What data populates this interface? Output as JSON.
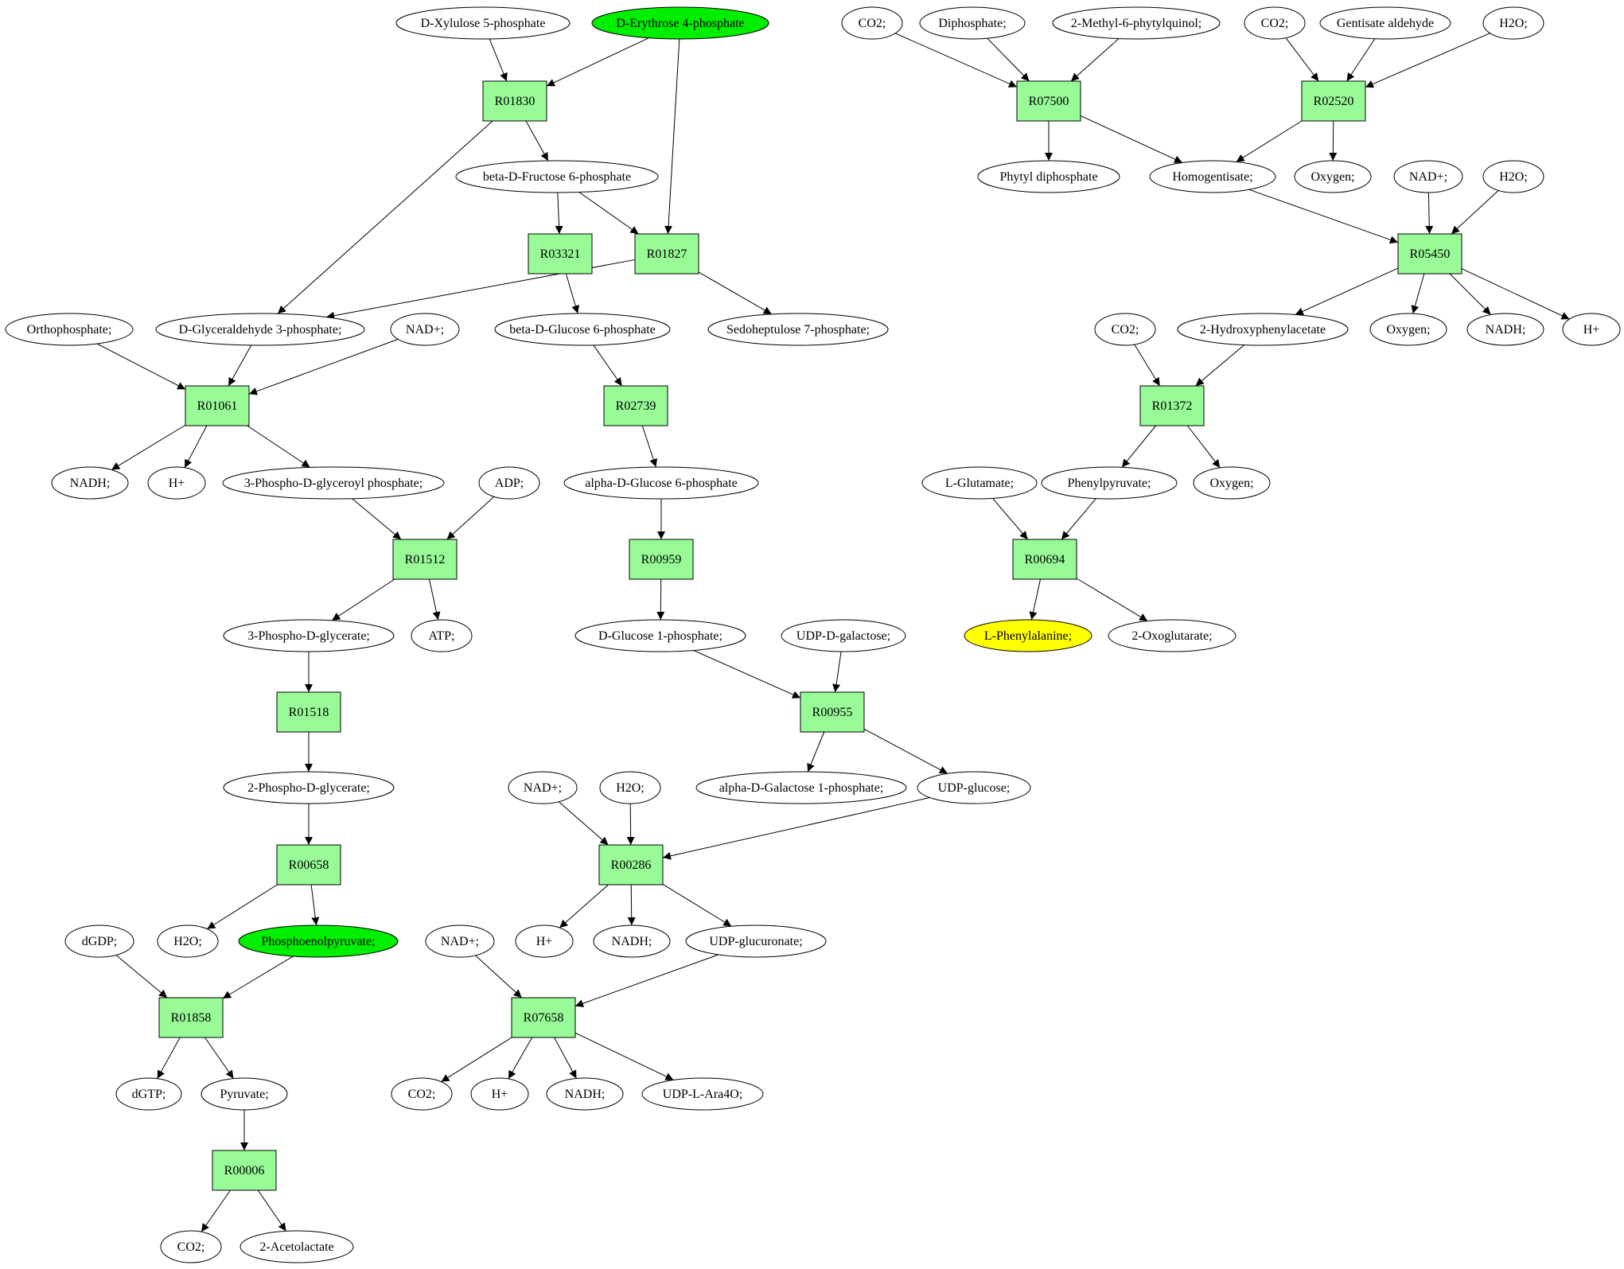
{
  "colors": {
    "reaction_fill": "#98fb98",
    "compound_fill": "#ffffff",
    "start_fill": "#00ee00",
    "target_fill": "#ffff00",
    "stroke": "#000000"
  },
  "nodes": {
    "c_xylulose5p": {
      "label": "D-Xylulose 5-phosphate",
      "kind": "compound"
    },
    "c_erythrose4p": {
      "label": "D-Erythrose 4-phosphate",
      "kind": "start"
    },
    "r_R01830": {
      "label": "R01830",
      "kind": "reaction"
    },
    "c_fructose6p": {
      "label": "beta-D-Fructose 6-phosphate",
      "kind": "compound"
    },
    "r_R03321": {
      "label": "R03321",
      "kind": "reaction"
    },
    "r_R01827": {
      "label": "R01827",
      "kind": "reaction"
    },
    "c_orthophosphate": {
      "label": "Orthophosphate;",
      "kind": "compound"
    },
    "c_g3p": {
      "label": "D-Glyceraldehyde 3-phosphate;",
      "kind": "compound"
    },
    "c_nadp_1": {
      "label": "NAD+;",
      "kind": "compound"
    },
    "c_glucose6p_beta": {
      "label": "beta-D-Glucose 6-phosphate",
      "kind": "compound"
    },
    "c_sedoheptulose7p": {
      "label": "Sedoheptulose 7-phosphate;",
      "kind": "compound"
    },
    "r_R01061": {
      "label": "R01061",
      "kind": "reaction"
    },
    "r_R02739": {
      "label": "R02739",
      "kind": "reaction"
    },
    "c_nadh_1": {
      "label": "NADH;",
      "kind": "compound"
    },
    "c_h_1": {
      "label": "H+",
      "kind": "compound"
    },
    "c_3pgp": {
      "label": "3-Phospho-D-glyceroyl phosphate;",
      "kind": "compound"
    },
    "c_adp": {
      "label": "ADP;",
      "kind": "compound"
    },
    "c_glucose6p_alpha": {
      "label": "alpha-D-Glucose 6-phosphate",
      "kind": "compound"
    },
    "r_R01512": {
      "label": "R01512",
      "kind": "reaction"
    },
    "r_R00959": {
      "label": "R00959",
      "kind": "reaction"
    },
    "c_3pg": {
      "label": "3-Phospho-D-glycerate;",
      "kind": "compound"
    },
    "c_atp": {
      "label": "ATP;",
      "kind": "compound"
    },
    "c_glucose1p": {
      "label": "D-Glucose 1-phosphate;",
      "kind": "compound"
    },
    "c_udpgal": {
      "label": "UDP-D-galactose;",
      "kind": "compound"
    },
    "r_R01518": {
      "label": "R01518",
      "kind": "reaction"
    },
    "r_R00955": {
      "label": "R00955",
      "kind": "reaction"
    },
    "c_2pg": {
      "label": "2-Phospho-D-glycerate;",
      "kind": "compound"
    },
    "c_nadp_2": {
      "label": "NAD+;",
      "kind": "compound"
    },
    "c_h2o_1": {
      "label": "H2O;",
      "kind": "compound"
    },
    "c_galactose1p": {
      "label": "alpha-D-Galactose 1-phosphate;",
      "kind": "compound"
    },
    "c_udpglc": {
      "label": "UDP-glucose;",
      "kind": "compound"
    },
    "r_R00658": {
      "label": "R00658",
      "kind": "reaction"
    },
    "r_R00286": {
      "label": "R00286",
      "kind": "reaction"
    },
    "c_dgdp": {
      "label": "dGDP;",
      "kind": "compound"
    },
    "c_h2o_2": {
      "label": "H2O;",
      "kind": "compound"
    },
    "c_pep": {
      "label": "Phosphoenolpyruvate;",
      "kind": "start"
    },
    "c_nadp_3": {
      "label": "NAD+;",
      "kind": "compound"
    },
    "c_h_2": {
      "label": "H+",
      "kind": "compound"
    },
    "c_nadh_2": {
      "label": "NADH;",
      "kind": "compound"
    },
    "c_udpglcA": {
      "label": "UDP-glucuronate;",
      "kind": "compound"
    },
    "r_R01858": {
      "label": "R01858",
      "kind": "reaction"
    },
    "r_R07658": {
      "label": "R07658",
      "kind": "reaction"
    },
    "c_dgtp": {
      "label": "dGTP;",
      "kind": "compound"
    },
    "c_pyruvate": {
      "label": "Pyruvate;",
      "kind": "compound"
    },
    "c_co2_1": {
      "label": "CO2;",
      "kind": "compound"
    },
    "c_h_3": {
      "label": "H+",
      "kind": "compound"
    },
    "c_nadh_3": {
      "label": "NADH;",
      "kind": "compound"
    },
    "c_udpara": {
      "label": "UDP-L-Ara4O;",
      "kind": "compound"
    },
    "r_R00006": {
      "label": "R00006",
      "kind": "reaction"
    },
    "c_co2_2": {
      "label": "CO2;",
      "kind": "compound"
    },
    "c_acetolactate": {
      "label": "2-Acetolactate",
      "kind": "compound"
    },
    "c_co2_3": {
      "label": "CO2;",
      "kind": "compound"
    },
    "c_diphosphate": {
      "label": "Diphosphate;",
      "kind": "compound"
    },
    "c_methylphytylquinol": {
      "label": "2-Methyl-6-phytylquinol;",
      "kind": "compound"
    },
    "c_co2_4": {
      "label": "CO2;",
      "kind": "compound"
    },
    "c_gentisald": {
      "label": "Gentisate aldehyde",
      "kind": "compound"
    },
    "c_h2o_3": {
      "label": "H2O;",
      "kind": "compound"
    },
    "r_R07500": {
      "label": "R07500",
      "kind": "reaction"
    },
    "r_R02520": {
      "label": "R02520",
      "kind": "reaction"
    },
    "c_phytylpp": {
      "label": "Phytyl diphosphate",
      "kind": "compound"
    },
    "c_homogentisate": {
      "label": "Homogentisate;",
      "kind": "compound"
    },
    "c_oxygen_1": {
      "label": "Oxygen;",
      "kind": "compound"
    },
    "c_nadp_4": {
      "label": "NAD+;",
      "kind": "compound"
    },
    "c_h2o_4": {
      "label": "H2O;",
      "kind": "compound"
    },
    "r_R05450": {
      "label": "R05450",
      "kind": "reaction"
    },
    "c_co2_5": {
      "label": "CO2;",
      "kind": "compound"
    },
    "c_2hpa": {
      "label": "2-Hydroxyphenylacetate",
      "kind": "compound"
    },
    "c_oxygen_2": {
      "label": "Oxygen;",
      "kind": "compound"
    },
    "c_nadh_4": {
      "label": "NADH;",
      "kind": "compound"
    },
    "c_h_4": {
      "label": "H+",
      "kind": "compound"
    },
    "r_R01372": {
      "label": "R01372",
      "kind": "reaction"
    },
    "c_glutamate": {
      "label": "L-Glutamate;",
      "kind": "compound"
    },
    "c_phenylpyruvate": {
      "label": "Phenylpyruvate;",
      "kind": "compound"
    },
    "c_oxygen_3": {
      "label": "Oxygen;",
      "kind": "compound"
    },
    "r_R00694": {
      "label": "R00694",
      "kind": "reaction"
    },
    "c_phe": {
      "label": "L-Phenylalanine;",
      "kind": "target"
    },
    "c_oxoglutarate": {
      "label": "2-Oxoglutarate;",
      "kind": "compound"
    }
  },
  "edges": [
    [
      "c_xylulose5p",
      "r_R01830"
    ],
    [
      "c_erythrose4p",
      "r_R01830"
    ],
    [
      "c_erythrose4p",
      "r_R01827"
    ],
    [
      "r_R01830",
      "c_fructose6p"
    ],
    [
      "r_R01830",
      "c_g3p"
    ],
    [
      "c_fructose6p",
      "r_R03321"
    ],
    [
      "c_fructose6p",
      "r_R01827"
    ],
    [
      "r_R01827",
      "c_g3p"
    ],
    [
      "r_R01827",
      "c_sedoheptulose7p"
    ],
    [
      "r_R03321",
      "c_glucose6p_beta"
    ],
    [
      "c_orthophosphate",
      "r_R01061"
    ],
    [
      "c_g3p",
      "r_R01061"
    ],
    [
      "c_nadp_1",
      "r_R01061"
    ],
    [
      "r_R01061",
      "c_nadh_1"
    ],
    [
      "r_R01061",
      "c_h_1"
    ],
    [
      "r_R01061",
      "c_3pgp"
    ],
    [
      "c_glucose6p_beta",
      "r_R02739"
    ],
    [
      "r_R02739",
      "c_glucose6p_alpha"
    ],
    [
      "c_3pgp",
      "r_R01512"
    ],
    [
      "c_adp",
      "r_R01512"
    ],
    [
      "r_R01512",
      "c_3pg"
    ],
    [
      "r_R01512",
      "c_atp"
    ],
    [
      "c_glucose6p_alpha",
      "r_R00959"
    ],
    [
      "r_R00959",
      "c_glucose1p"
    ],
    [
      "c_3pg",
      "r_R01518"
    ],
    [
      "r_R01518",
      "c_2pg"
    ],
    [
      "c_glucose1p",
      "r_R00955"
    ],
    [
      "c_udpgal",
      "r_R00955"
    ],
    [
      "r_R00955",
      "c_galactose1p"
    ],
    [
      "r_R00955",
      "c_udpglc"
    ],
    [
      "c_2pg",
      "r_R00658"
    ],
    [
      "r_R00658",
      "c_h2o_2"
    ],
    [
      "r_R00658",
      "c_pep"
    ],
    [
      "c_nadp_2",
      "r_R00286"
    ],
    [
      "c_h2o_1",
      "r_R00286"
    ],
    [
      "c_udpglc",
      "r_R00286"
    ],
    [
      "r_R00286",
      "c_h_2"
    ],
    [
      "r_R00286",
      "c_nadh_2"
    ],
    [
      "r_R00286",
      "c_udpglcA"
    ],
    [
      "c_dgdp",
      "r_R01858"
    ],
    [
      "c_pep",
      "r_R01858"
    ],
    [
      "r_R01858",
      "c_dgtp"
    ],
    [
      "r_R01858",
      "c_pyruvate"
    ],
    [
      "c_nadp_3",
      "r_R07658"
    ],
    [
      "c_udpglcA",
      "r_R07658"
    ],
    [
      "r_R07658",
      "c_co2_1"
    ],
    [
      "r_R07658",
      "c_h_3"
    ],
    [
      "r_R07658",
      "c_nadh_3"
    ],
    [
      "r_R07658",
      "c_udpara"
    ],
    [
      "c_pyruvate",
      "r_R00006"
    ],
    [
      "r_R00006",
      "c_co2_2"
    ],
    [
      "r_R00006",
      "c_acetolactate"
    ],
    [
      "c_co2_3",
      "r_R07500"
    ],
    [
      "c_diphosphate",
      "r_R07500"
    ],
    [
      "c_methylphytylquinol",
      "r_R07500"
    ],
    [
      "r_R07500",
      "c_phytylpp"
    ],
    [
      "r_R07500",
      "c_homogentisate"
    ],
    [
      "c_co2_4",
      "r_R02520"
    ],
    [
      "c_gentisald",
      "r_R02520"
    ],
    [
      "c_h2o_3",
      "r_R02520"
    ],
    [
      "r_R02520",
      "c_homogentisate"
    ],
    [
      "r_R02520",
      "c_oxygen_1"
    ],
    [
      "c_homogentisate",
      "r_R05450"
    ],
    [
      "c_nadp_4",
      "r_R05450"
    ],
    [
      "c_h2o_4",
      "r_R05450"
    ],
    [
      "r_R05450",
      "c_2hpa"
    ],
    [
      "r_R05450",
      "c_oxygen_2"
    ],
    [
      "r_R05450",
      "c_nadh_4"
    ],
    [
      "r_R05450",
      "c_h_4"
    ],
    [
      "c_co2_5",
      "r_R01372"
    ],
    [
      "c_2hpa",
      "r_R01372"
    ],
    [
      "r_R01372",
      "c_phenylpyruvate"
    ],
    [
      "r_R01372",
      "c_oxygen_3"
    ],
    [
      "c_glutamate",
      "r_R00694"
    ],
    [
      "c_phenylpyruvate",
      "r_R00694"
    ],
    [
      "r_R00694",
      "c_phe"
    ],
    [
      "r_R00694",
      "c_oxoglutarate"
    ]
  ]
}
